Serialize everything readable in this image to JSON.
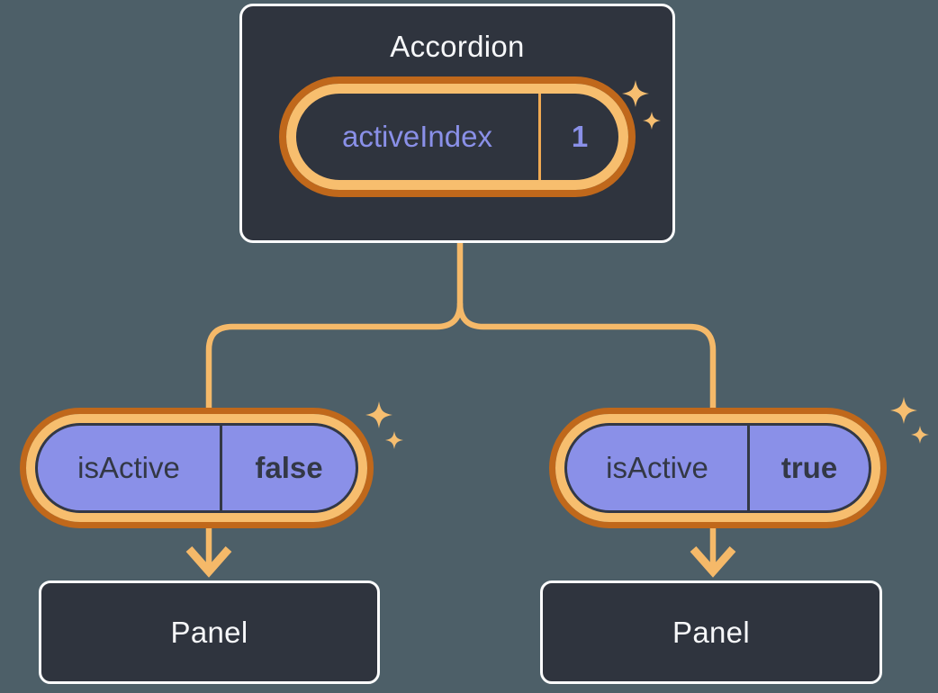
{
  "diagram": {
    "description": "React component tree showing state lifted to parent",
    "colors": {
      "background": "#4D5F68",
      "connector_amber": "#F5B969",
      "ring_orange_dark": "#C0681B",
      "ring_orange_light": "#F7BE6E",
      "sparkle_amber": "#F6BE70",
      "node_fill": "#2F343E",
      "node_border": "#FBFCFD",
      "purple_fill": "#8A90E8",
      "purple_text": "#8A90E8",
      "dark_text": "#333845",
      "light_text": "#F6F7F9",
      "state_divider_amber": "#F0A952"
    },
    "accordion": {
      "title": "Accordion",
      "state": {
        "name": "activeIndex",
        "value": "1"
      }
    },
    "children": [
      {
        "prop": {
          "name": "isActive",
          "value": "false"
        },
        "panel_label": "Panel"
      },
      {
        "prop": {
          "name": "isActive",
          "value": "true"
        },
        "panel_label": "Panel"
      }
    ]
  }
}
